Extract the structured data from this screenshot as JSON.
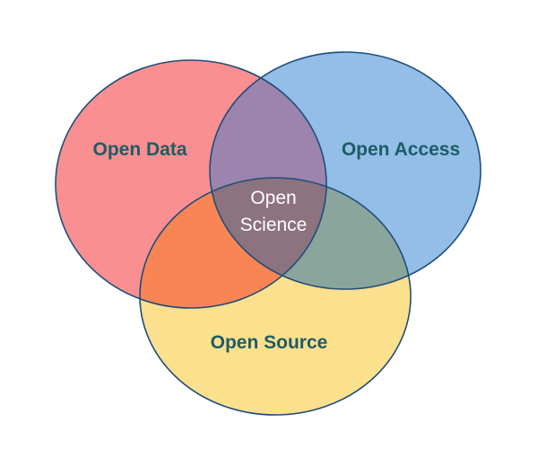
{
  "diagram": {
    "type": "venn",
    "sets": [
      {
        "id": "data",
        "label": "Open Data",
        "fill": "#F98F91"
      },
      {
        "id": "access",
        "label": "Open Access",
        "fill": "#92BEE7"
      },
      {
        "id": "source",
        "label": "Open Source",
        "fill": "#FBE08E"
      }
    ],
    "intersections": {
      "data_access": "#9C84AE",
      "data_source": "#F98555",
      "access_source": "#8AA69C",
      "all": "#8C737F"
    },
    "center_label": {
      "line1": "Open",
      "line2": "Science"
    },
    "colors": {
      "outline": "#1F4E79",
      "set_label_text": "#1E5C66",
      "center_label_text": "#FFFFFF"
    }
  }
}
